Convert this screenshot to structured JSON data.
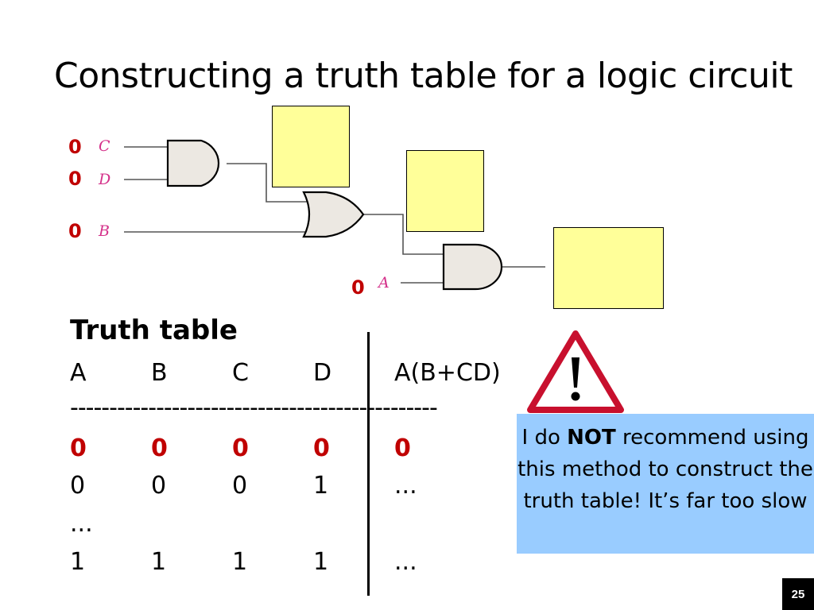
{
  "title": "Constructing a truth table for a logic circuit",
  "circuit": {
    "inputs": [
      {
        "value": "0",
        "name": "C"
      },
      {
        "value": "0",
        "name": "D"
      },
      {
        "value": "0",
        "name": "B"
      },
      {
        "value": "0",
        "name": "A"
      }
    ]
  },
  "truth_table": {
    "heading": "Truth table",
    "columns": [
      "A",
      "B",
      "C",
      "D",
      "A(B+CD)"
    ],
    "separator": "-----------------------------------------------",
    "rows": [
      [
        "0",
        "0",
        "0",
        "0",
        "0"
      ],
      [
        "0",
        "0",
        "0",
        "1",
        "..."
      ],
      [
        "...",
        "",
        "",
        "",
        ""
      ],
      [
        "1",
        "1",
        "1",
        "1",
        "..."
      ]
    ]
  },
  "note": {
    "pre": "I do ",
    "emphasis": "NOT",
    "post": " recommend using this method to construct the truth table! It’s far too slow"
  },
  "page_number": "25",
  "colors": {
    "highlight_red": "#c00000",
    "input_label": "#d4318a",
    "output_box": "#ffff99",
    "note_bg": "#99ccff",
    "gate_fill": "#ece8e2"
  },
  "icons": [
    "warning-triangle-icon"
  ]
}
